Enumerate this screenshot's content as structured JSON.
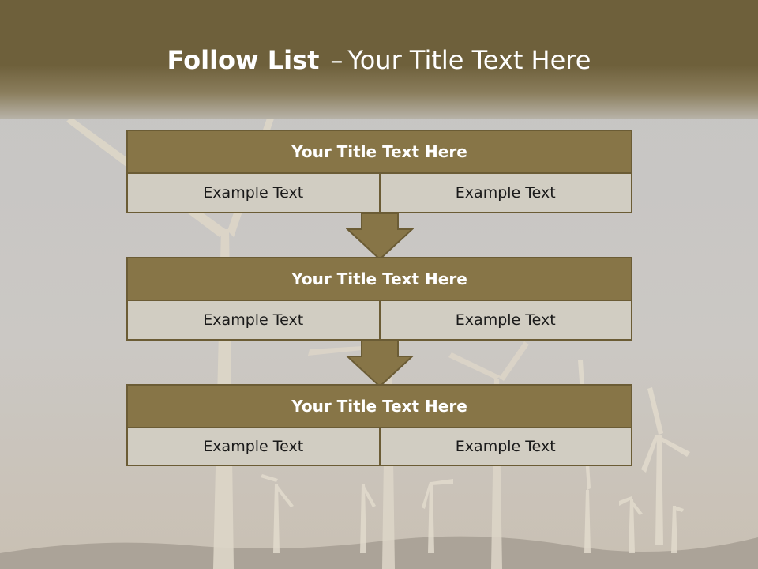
{
  "slide": {
    "title_bold": "Follow List",
    "title_dash": "–",
    "title_rest": "Your Title Text Here"
  },
  "blocks": [
    {
      "title": "Your Title Text Here",
      "left": "Example Text",
      "right": "Example Text"
    },
    {
      "title": "Your Title Text Here",
      "left": "Example Text",
      "right": "Example Text"
    },
    {
      "title": "Your Title Text Here",
      "left": "Example Text",
      "right": "Example Text"
    }
  ],
  "colors": {
    "header": "#6e603b",
    "block_title": "#877547",
    "cell": "#d1cdc2",
    "arrow": "#877547"
  },
  "background_icon": "wind-turbines-photo"
}
